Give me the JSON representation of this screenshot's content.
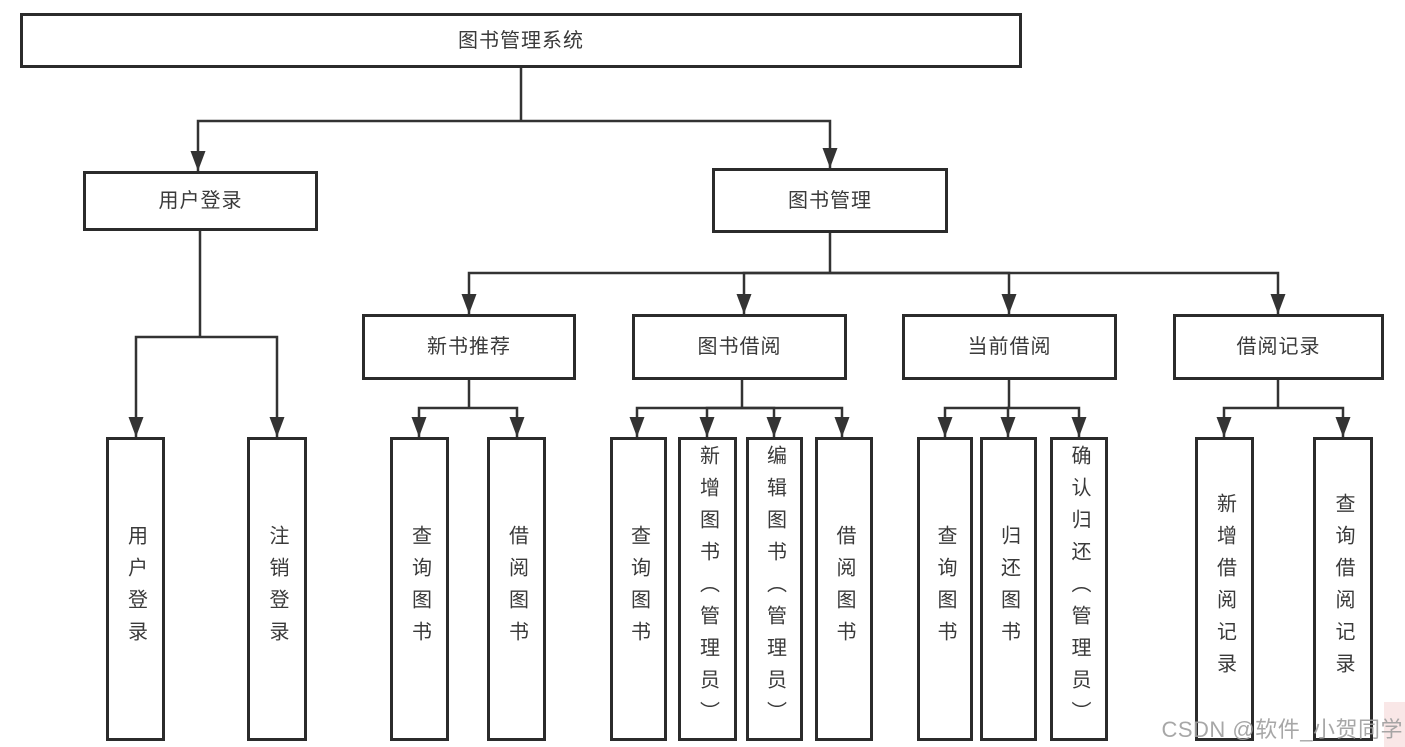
{
  "diagram_title": "图书管理系统",
  "tree": {
    "label": "图书管理系统",
    "children": [
      {
        "label": "用户登录",
        "children": [
          {
            "label": "用户登录"
          },
          {
            "label": "注销登录"
          }
        ]
      },
      {
        "label": "图书管理",
        "children": [
          {
            "label": "新书推荐",
            "children": [
              {
                "label": "查询图书"
              },
              {
                "label": "借阅图书"
              }
            ]
          },
          {
            "label": "图书借阅",
            "children": [
              {
                "label": "查询图书"
              },
              {
                "label": "新增图书（管理员）"
              },
              {
                "label": "编辑图书（管理员）"
              },
              {
                "label": "借阅图书"
              }
            ]
          },
          {
            "label": "当前借阅",
            "children": [
              {
                "label": "查询图书"
              },
              {
                "label": "归还图书"
              },
              {
                "label": "确认归还（管理员）"
              }
            ]
          },
          {
            "label": "借阅记录",
            "children": [
              {
                "label": "新增借阅记录"
              },
              {
                "label": "查询借阅记录"
              }
            ]
          }
        ]
      }
    ]
  },
  "watermark": {
    "text": "CSDN @软件_小贺同学"
  },
  "colors": {
    "background": "#ffffff",
    "box_border": "#2b2b2b",
    "connector_line": "#333333",
    "text": "#3a3a3a",
    "watermark_text": "#9e9e9e",
    "watermark_patch": "#f9e7e7"
  }
}
